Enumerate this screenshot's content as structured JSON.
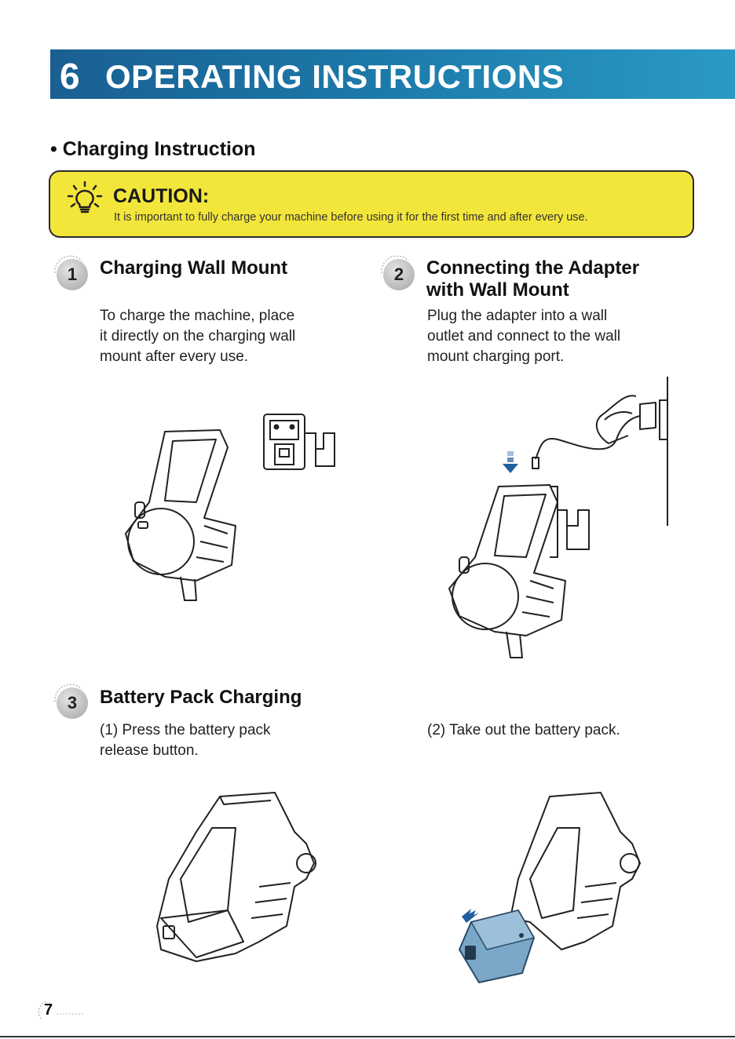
{
  "header": {
    "number": "6",
    "title": "OPERATING INSTRUCTIONS"
  },
  "section": {
    "heading": "• Charging Instruction"
  },
  "caution": {
    "title": "CAUTION:",
    "text": "It is important to fully charge your machine before using it for the first time and after every use.",
    "icon": "lightbulb-icon"
  },
  "steps": [
    {
      "number": "1",
      "title": "Charging Wall Mount",
      "lines": [
        "To charge the machine, place",
        "it directly on the charging wall",
        "mount after every use."
      ]
    },
    {
      "number": "2",
      "title_lines": [
        "Connecting the Adapter",
        "with Wall Mount"
      ],
      "lines": [
        "Plug the adapter into a wall",
        "outlet and connect to the wall",
        "mount charging port."
      ]
    },
    {
      "number": "3",
      "title": "Battery Pack Charging",
      "sub1_lines": [
        "(1) Press the battery pack",
        "release button."
      ],
      "sub2_lines": [
        "(2) Take out the battery pack."
      ]
    }
  ],
  "colors": {
    "header_blue": "#1b78a8",
    "caution_yellow": "#f3e63a",
    "battery_blue": "#7aa7c7",
    "arrow_blue": "#1f5fa0"
  },
  "page": {
    "number": "7"
  }
}
